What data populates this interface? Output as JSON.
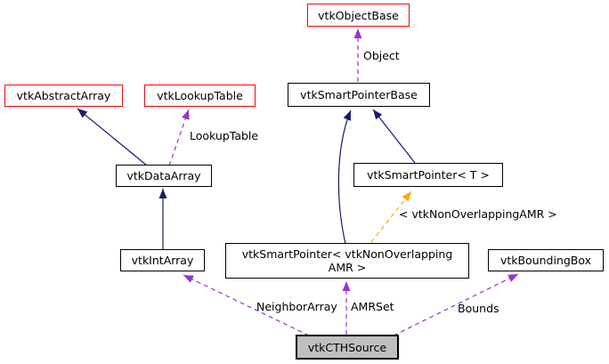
{
  "diagram": {
    "type": "collaboration-graph",
    "nodes": {
      "vtkObjectBase": {
        "label": "vtkObjectBase"
      },
      "vtkAbstractArray": {
        "label": "vtkAbstractArray"
      },
      "vtkLookupTable": {
        "label": "vtkLookupTable"
      },
      "vtkSmartPointerBase": {
        "label": "vtkSmartPointerBase"
      },
      "vtkDataArray": {
        "label": "vtkDataArray"
      },
      "vtkSmartPointerT": {
        "label": "vtkSmartPointer< T >"
      },
      "vtkSmartPointerAMR": {
        "label_line1": "vtkSmartPointer< vtkNonOverlapping",
        "label_line2": "AMR >"
      },
      "vtkIntArray": {
        "label": "vtkIntArray"
      },
      "vtkBoundingBox": {
        "label": "vtkBoundingBox"
      },
      "vtkCTHSource": {
        "label": "vtkCTHSource"
      }
    },
    "edge_labels": {
      "object": "Object",
      "lookup_table": "LookupTable",
      "template_instantiation": "< vtkNonOverlappingAMR >",
      "neighbor_array": "NeighborArray",
      "amr_set": "AMRSet",
      "bounds": "Bounds"
    },
    "colors": {
      "inheritance_edge": "#191970",
      "usage_edge": "#9a32cd",
      "template_edge": "#ffa500",
      "red_node_border": "#ff0000",
      "node_border": "#000000",
      "current_node_fill": "#bfbfbf",
      "background": "#ffffff"
    }
  }
}
